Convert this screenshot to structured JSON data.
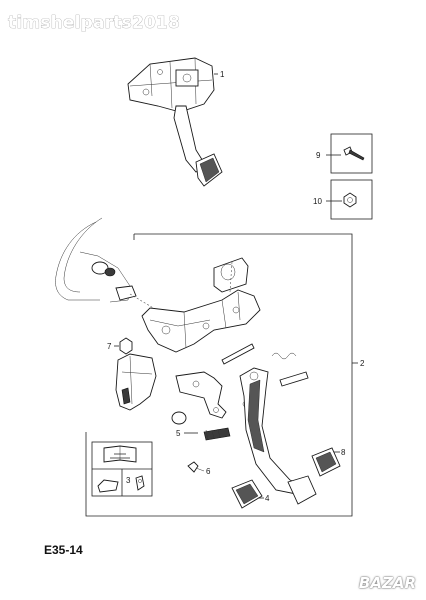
{
  "watermark": "timshelparts2018",
  "diagram_code": "E35-14",
  "brand": "BAZAR",
  "callouts": {
    "c1": "1",
    "c2": "2",
    "c3": "3",
    "c4": "4",
    "c5": "5",
    "c6": "6",
    "c7": "7",
    "c8": "8",
    "c9": "9",
    "c10": "10"
  },
  "colors": {
    "line": "#1a1a1a",
    "background": "#ffffff",
    "watermark_outline": "#9a9a9a"
  }
}
